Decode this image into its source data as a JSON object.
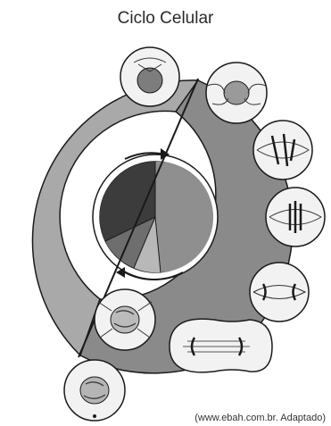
{
  "title": "Ciclo Celular",
  "source": "(www.ebah.com.br. Adaptado)",
  "colors": {
    "interphase_band": "#a9a9a9",
    "mitosis_band": "#8a8a8a",
    "center_dark": "#3c3c3c",
    "center_mid": "#6e6e6e",
    "center_light": "#b8b8b8",
    "cell_fill": "#f2f2f2",
    "outline": "#1a1a1a"
  },
  "stages": [
    {
      "name": "interphase-nucleus"
    },
    {
      "name": "prophase"
    },
    {
      "name": "metaphase-a"
    },
    {
      "name": "metaphase-b"
    },
    {
      "name": "anaphase"
    },
    {
      "name": "telophase"
    },
    {
      "name": "prophase-late"
    },
    {
      "name": "interphase-outside"
    }
  ]
}
